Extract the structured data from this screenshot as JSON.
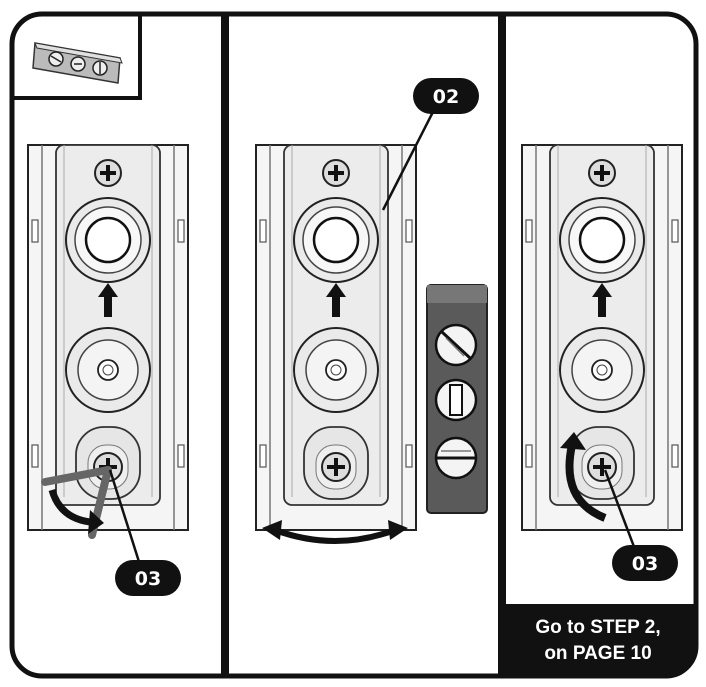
{
  "callouts": {
    "panel1_label": "03",
    "panel2_label": "02",
    "panel3_label": "03"
  },
  "footer": {
    "line1": "Go to STEP 2,",
    "line2": "on PAGE 10"
  },
  "colors": {
    "ink": "#111111",
    "bracket_fill": "#f3f3f3",
    "bracket_shade": "#d9d9d9",
    "tool_bar": "#555555",
    "callout_bg": "#111111",
    "footer_bg": "#111111"
  }
}
